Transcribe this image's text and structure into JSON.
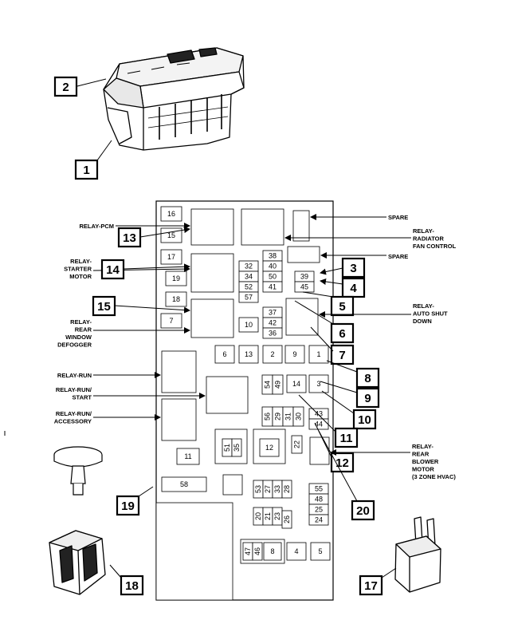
{
  "callouts": [
    {
      "id": "c1",
      "text": "1"
    },
    {
      "id": "c2",
      "text": "2"
    },
    {
      "id": "c3",
      "text": "3"
    },
    {
      "id": "c4",
      "text": "4"
    },
    {
      "id": "c5",
      "text": "5"
    },
    {
      "id": "c6",
      "text": "6"
    },
    {
      "id": "c7",
      "text": "7"
    },
    {
      "id": "c8",
      "text": "8"
    },
    {
      "id": "c9",
      "text": "9"
    },
    {
      "id": "c10",
      "text": "10"
    },
    {
      "id": "c11",
      "text": "11"
    },
    {
      "id": "c12",
      "text": "12"
    },
    {
      "id": "c13",
      "text": "13"
    },
    {
      "id": "c14",
      "text": "14"
    },
    {
      "id": "c15",
      "text": "15"
    },
    {
      "id": "c17",
      "text": "17"
    },
    {
      "id": "c18",
      "text": "18"
    },
    {
      "id": "c19",
      "text": "19"
    },
    {
      "id": "c20",
      "text": "20"
    }
  ],
  "labels": {
    "relay_pcm": [
      "RELAY-PCM"
    ],
    "relay_starter": [
      "RELAY-",
      "STARTER",
      "MOTOR"
    ],
    "relay_rear_window": [
      "RELAY-",
      "REAR",
      "WINDOW",
      "DEFOGGER"
    ],
    "relay_run": [
      "RELAY-RUN"
    ],
    "relay_run_start": [
      "RELAY-RUN/",
      "START"
    ],
    "relay_run_accessory": [
      "RELAY-RUN/",
      "ACCESSORY"
    ],
    "spare_top": [
      "SPARE"
    ],
    "relay_radiator": [
      "RELAY-",
      "RADIATOR",
      "FAN CONTROL"
    ],
    "spare_mid": [
      "SPARE"
    ],
    "relay_asd": [
      "RELAY-",
      "AUTO SHUT",
      "DOWN"
    ],
    "relay_blower": [
      "RELAY-",
      "REAR",
      "BLOWER",
      "MOTOR",
      "(3 ZONE HVAC)"
    ]
  },
  "cells": [
    {
      "id": "f16",
      "text": "16"
    },
    {
      "id": "f15",
      "text": "15"
    },
    {
      "id": "f17",
      "text": "17"
    },
    {
      "id": "f19",
      "text": "19"
    },
    {
      "id": "f18",
      "text": "18"
    },
    {
      "id": "f7",
      "text": "7"
    },
    {
      "id": "f32",
      "text": "32"
    },
    {
      "id": "f34",
      "text": "34"
    },
    {
      "id": "f52",
      "text": "52"
    },
    {
      "id": "f57",
      "text": "57"
    },
    {
      "id": "f38",
      "text": "38"
    },
    {
      "id": "f40",
      "text": "40"
    },
    {
      "id": "f50",
      "text": "50"
    },
    {
      "id": "f41",
      "text": "41"
    },
    {
      "id": "f39",
      "text": "39"
    },
    {
      "id": "f45",
      "text": "45"
    },
    {
      "id": "f10",
      "text": "10"
    },
    {
      "id": "f37",
      "text": "37"
    },
    {
      "id": "f42",
      "text": "42"
    },
    {
      "id": "f36",
      "text": "36"
    },
    {
      "id": "f6",
      "text": "6"
    },
    {
      "id": "f13",
      "text": "13"
    },
    {
      "id": "f2",
      "text": "2"
    },
    {
      "id": "f9",
      "text": "9"
    },
    {
      "id": "f1",
      "text": "1"
    },
    {
      "id": "f54",
      "text": "54"
    },
    {
      "id": "f49",
      "text": "49"
    },
    {
      "id": "f14",
      "text": "14"
    },
    {
      "id": "f3",
      "text": "3"
    },
    {
      "id": "f56",
      "text": "56"
    },
    {
      "id": "f29",
      "text": "29"
    },
    {
      "id": "f31",
      "text": "31"
    },
    {
      "id": "f30",
      "text": "30"
    },
    {
      "id": "f43",
      "text": "43"
    },
    {
      "id": "f44",
      "text": "44"
    },
    {
      "id": "f51",
      "text": "51"
    },
    {
      "id": "f35",
      "text": "35"
    },
    {
      "id": "f12",
      "text": "12"
    },
    {
      "id": "f22",
      "text": "22"
    },
    {
      "id": "f11",
      "text": "11"
    },
    {
      "id": "f58",
      "text": "58"
    },
    {
      "id": "f53",
      "text": "53"
    },
    {
      "id": "f27",
      "text": "27"
    },
    {
      "id": "f33",
      "text": "33"
    },
    {
      "id": "f28",
      "text": "28"
    },
    {
      "id": "f55",
      "text": "55"
    },
    {
      "id": "f48",
      "text": "48"
    },
    {
      "id": "f25",
      "text": "25"
    },
    {
      "id": "f24",
      "text": "24"
    },
    {
      "id": "f20",
      "text": "20"
    },
    {
      "id": "f21",
      "text": "21"
    },
    {
      "id": "f23",
      "text": "23"
    },
    {
      "id": "f26",
      "text": "26"
    },
    {
      "id": "f47",
      "text": "47"
    },
    {
      "id": "f46",
      "text": "46"
    },
    {
      "id": "f8",
      "text": "8"
    },
    {
      "id": "f4",
      "text": "4"
    },
    {
      "id": "f5",
      "text": "5"
    }
  ]
}
